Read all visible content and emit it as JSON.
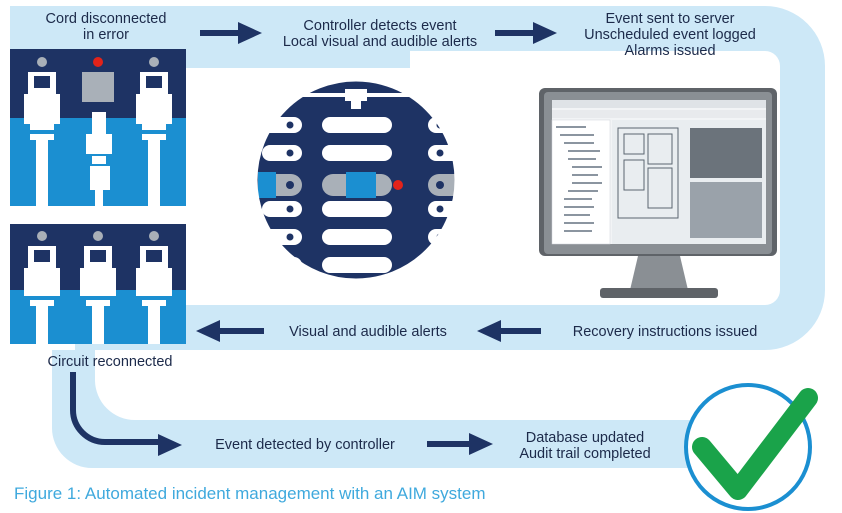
{
  "top_band": {
    "step1": [
      "Cord disconnected",
      "in error"
    ],
    "step2": [
      "Controller detects event",
      "Local visual and audible alerts"
    ],
    "step3": [
      "Event sent to server",
      "Unscheduled event logged",
      "Alarms issued"
    ]
  },
  "middle_band": {
    "step1": "Recovery instructions issued",
    "step2": "Visual and audible alerts"
  },
  "reconnect_label": "Circuit reconnected",
  "bottom_band": {
    "step1": "Event detected by controller",
    "step2": [
      "Database updated",
      "Audit trail completed"
    ]
  },
  "caption": "Figure 1: Automated incident management with an AIM system",
  "colors": {
    "band": "#cde8f7",
    "navy": "#1e3364",
    "blue": "#1b8fd1",
    "light_blue": "#3fa9dd",
    "check_green": "#1aa34a",
    "led_red": "#e2231a",
    "led_gray": "#a9b0b8"
  },
  "icons": [
    "patch-panel-disconnected-icon",
    "patch-panel-connected-icon",
    "controller-panel-icon",
    "monitor-icon",
    "checkmark-icon"
  ]
}
